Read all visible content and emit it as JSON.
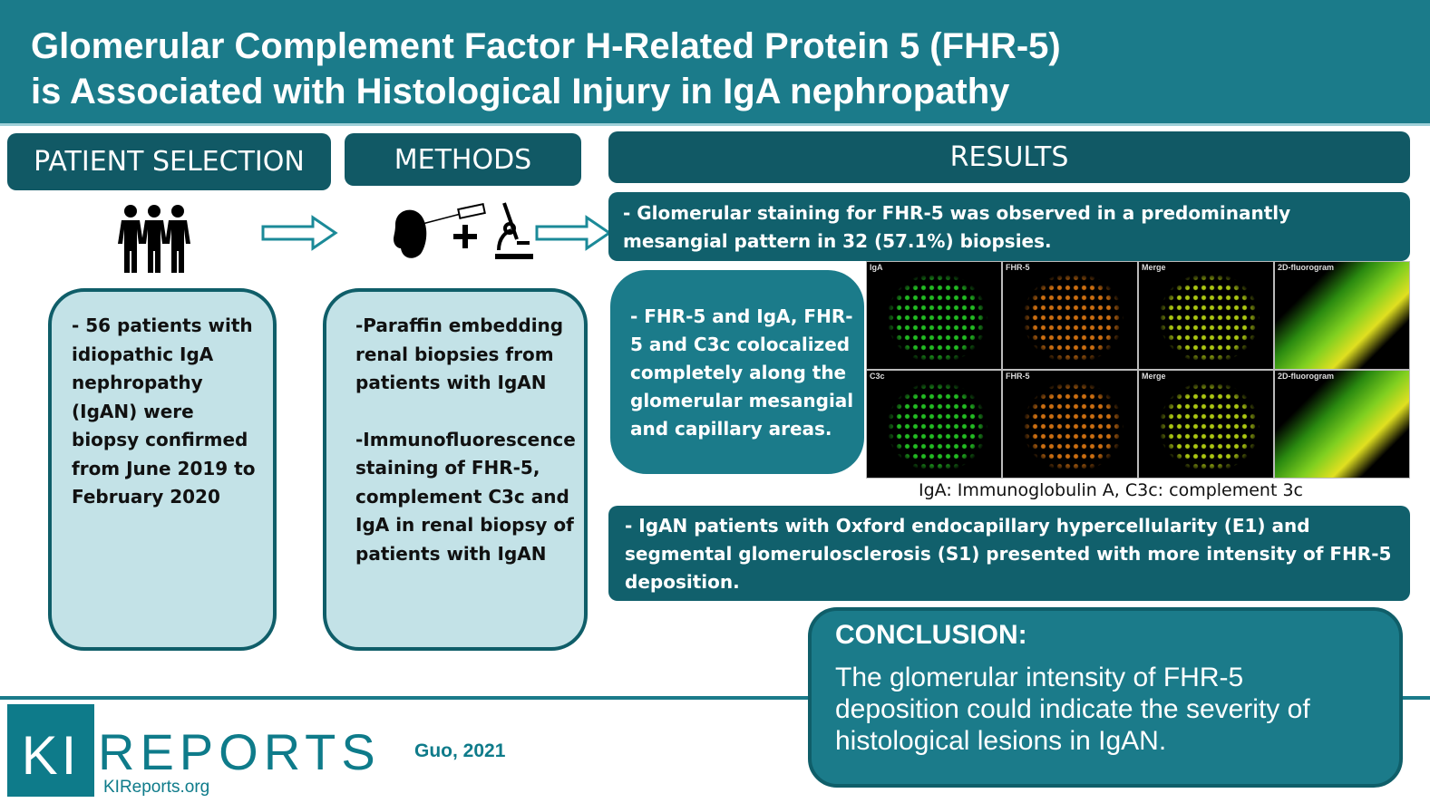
{
  "title_line1": "Glomerular Complement Factor H-Related Protein 5 (FHR-5)",
  "title_line2": "is Associated with Histological Injury in IgA nephropathy",
  "sections": {
    "patient": "PATIENT SELECTION",
    "methods": "METHODS",
    "results": "RESULTS"
  },
  "patient_text": "- 56 patients with idiopathic IgA nephropathy (IgAN) were biopsy confirmed from June 2019 to February 2020",
  "methods_text1": "-Paraffin embedding renal biopsies from patients with IgAN",
  "methods_text2": "-Immunofluorescence staining of FHR-5, complement C3c and IgA in renal biopsy of patients with IgAN",
  "result1": "- Glomerular staining for FHR-5 was observed in a predominantly mesangial pattern in 32 (57.1%) biopsies.",
  "result2": "- FHR-5 and IgA, FHR-5 and C3c colocalized completely along the glomerular mesangial and capillary areas.",
  "panels": [
    "IgA",
    "FHR-5",
    "Merge",
    "2D-fluorogram",
    "C3c",
    "FHR-5",
    "Merge",
    "2D-fluorogram"
  ],
  "caption": "IgA: Immunoglobulin A, C3c: complement 3c",
  "result3": "- IgAN patients with Oxford endocapillary hypercellularity (E1) and segmental glomerulosclerosis (S1) presented with more intensity of FHR-5 deposition.",
  "conclusion_title": "CONCLUSION:",
  "conclusion_text": "The glomerular intensity of FHR-5 deposition could indicate the severity of histological lesions in IgAN.",
  "logo": {
    "ki": "KI",
    "reports": "REPORTS",
    "url": "KIReports.org"
  },
  "citation": "Guo, 2021",
  "colors": {
    "teal": "#1b7b8a",
    "dark": "#115965",
    "light": "#c3e2e7"
  }
}
